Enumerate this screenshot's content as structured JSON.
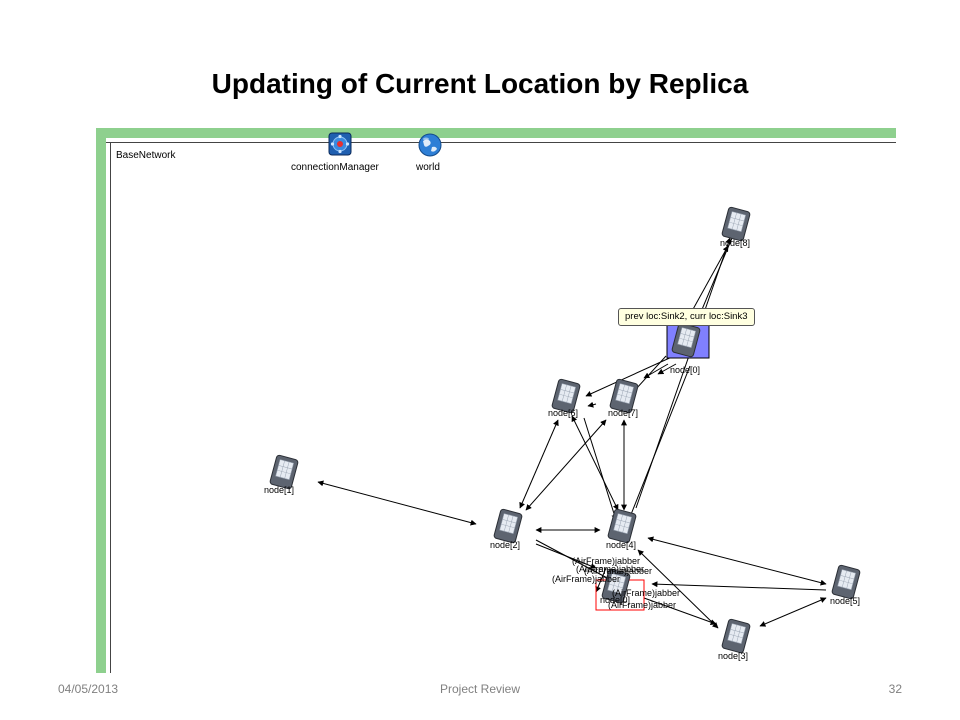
{
  "slide": {
    "title": "Updating of Current Location by Replica",
    "footer": {
      "date": "04/05/2013",
      "center": "Project Review",
      "page": "32"
    }
  },
  "network": {
    "label": "BaseNetwork",
    "modules": [
      {
        "label": "connectionManager",
        "icon": "connection-manager-icon"
      },
      {
        "label": "world",
        "icon": "globe-icon"
      }
    ],
    "nodes": [
      {
        "label": "node[8]",
        "icon": "pda-icon"
      },
      {
        "label": "node[0]",
        "icon": "pda-icon",
        "highlighted": true
      },
      {
        "label": "node[6]",
        "icon": "pda-icon"
      },
      {
        "label": "node[7]",
        "icon": "pda-icon"
      },
      {
        "label": "node[1]",
        "icon": "pda-icon"
      },
      {
        "label": "node[2]",
        "icon": "pda-icon"
      },
      {
        "label": "node[4]",
        "icon": "pda-icon"
      },
      {
        "label": "node[5]",
        "icon": "pda-icon"
      },
      {
        "label": "node[3]",
        "icon": "pda-icon"
      },
      {
        "label": "node[0]",
        "icon": "pda-icon",
        "selected": true
      }
    ],
    "tooltip": "prev loc:Sink2, curr loc:Sink3",
    "messages": [
      "(AirFrame)jabber",
      "(AirFrame)jabber",
      "(AirFrame)jabber",
      "(AirFrame)jabber",
      "(AirFrame)jabber",
      "(AirFrame)jabber"
    ],
    "colors": {
      "frame": "#8ed08e",
      "highlight": "#8080ff",
      "selection": "#ff0000"
    }
  }
}
